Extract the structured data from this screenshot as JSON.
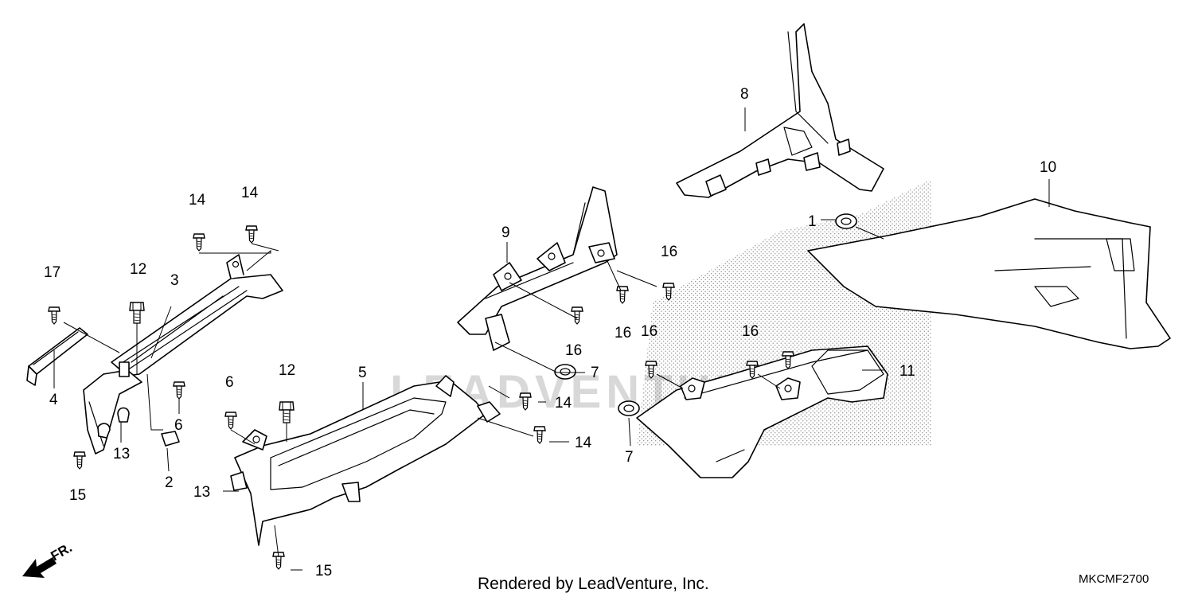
{
  "callouts": {
    "c1": "1",
    "c2": "2",
    "c3": "3",
    "c4": "4",
    "c5": "5",
    "c6a": "6",
    "c6b": "6",
    "c7a": "7",
    "c7b": "7",
    "c8": "8",
    "c9": "9",
    "c10": "10",
    "c11": "11",
    "c12a": "12",
    "c12b": "12",
    "c13a": "13",
    "c13b": "13",
    "c14a": "14",
    "c14b": "14",
    "c14c": "14",
    "c14d": "14",
    "c15a": "15",
    "c15b": "15",
    "c16a": "16",
    "c16b": "16",
    "c16c": "16",
    "c16d": "16",
    "c16e": "16",
    "c17": "17"
  },
  "footer": {
    "credit": "Rendered by LeadVenture, Inc.",
    "diagram_code": "MKCMF2700"
  },
  "direction": {
    "label": "FR."
  },
  "watermark": {
    "text": "LEADVENTURE"
  },
  "colors": {
    "line": "#000000",
    "background": "#ffffff",
    "stipple": "#8a8a8a",
    "watermark": "#d8d8d8"
  }
}
